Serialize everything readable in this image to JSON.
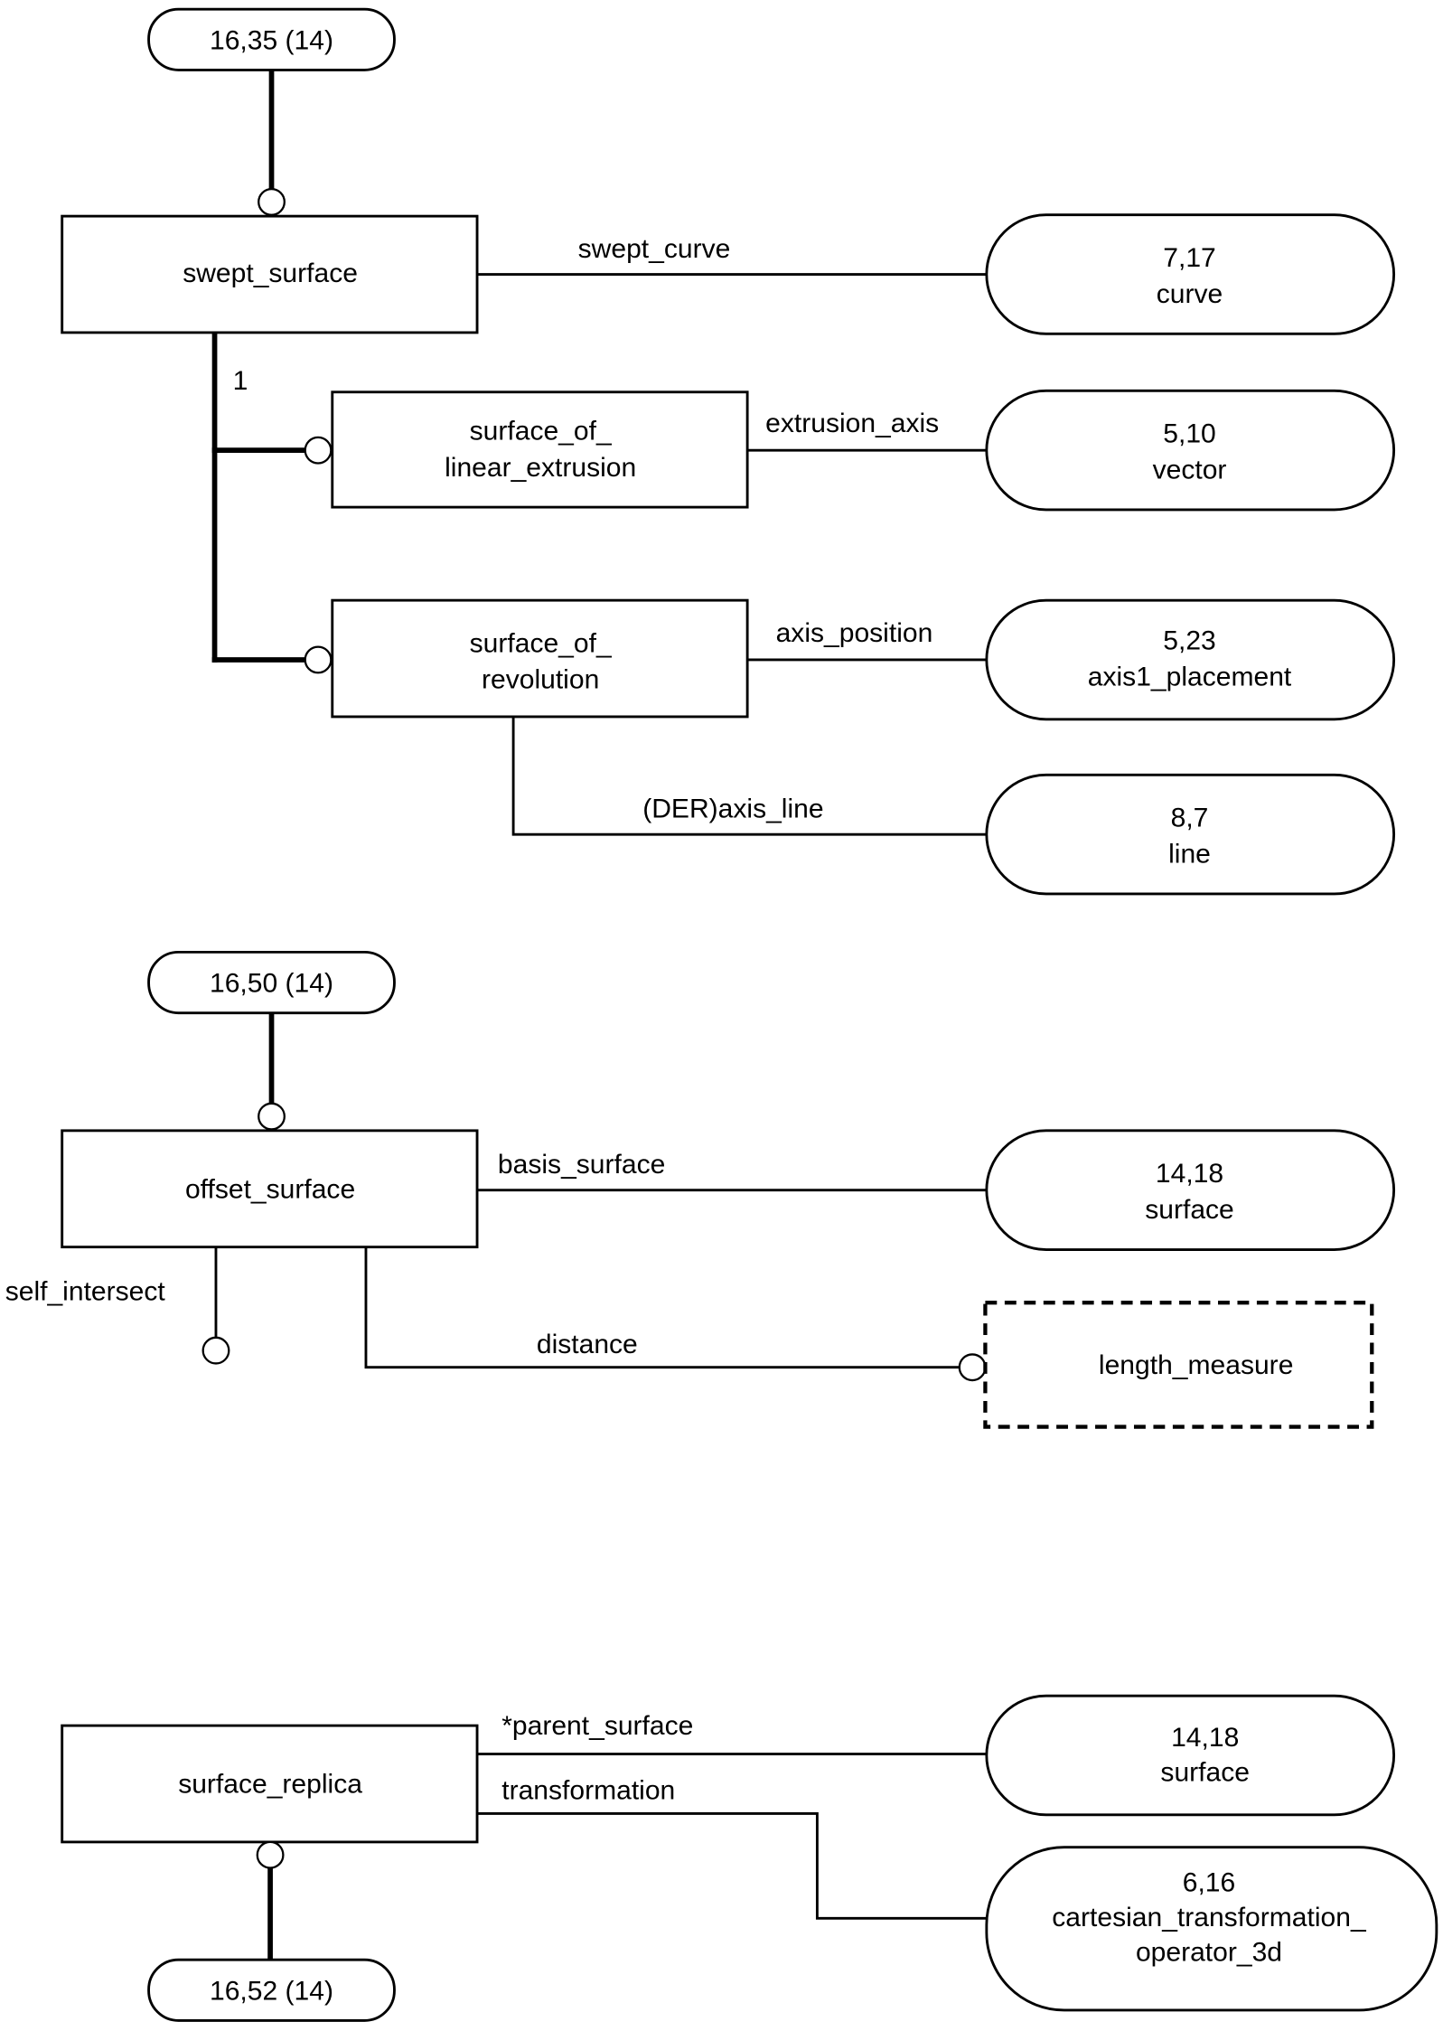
{
  "diagram": {
    "section1": {
      "page_ref_top": "16,35 (14)",
      "entity": "swept_surface",
      "cardinality_label": "1",
      "subtype1": {
        "line1": "surface_of_",
        "line2": "linear_extrusion"
      },
      "subtype2": {
        "line1": "surface_of_",
        "line2": "revolution"
      },
      "relations": [
        {
          "label": "swept_curve",
          "target_ref": "7,17",
          "target_name": "curve"
        },
        {
          "label": "extrusion_axis",
          "target_ref": "5,10",
          "target_name": "vector"
        },
        {
          "label": "axis_position",
          "target_ref": "5,23",
          "target_name": "axis1_placement"
        },
        {
          "label": "(DER)axis_line",
          "target_ref": "8,7",
          "target_name": "line"
        }
      ]
    },
    "section2": {
      "page_ref_top": "16,50 (14)",
      "entity": "offset_surface",
      "relations": [
        {
          "label": "basis_surface",
          "target_ref": "14,18",
          "target_name": "surface"
        },
        {
          "label": "distance",
          "target_name": "length_measure"
        },
        {
          "label": "self_intersect"
        }
      ]
    },
    "section3": {
      "entity": "surface_replica",
      "page_ref_bottom": "16,52 (14)",
      "relations": [
        {
          "label": "*parent_surface",
          "target_ref": "14,18",
          "target_name": "surface"
        },
        {
          "label": "transformation",
          "target_ref": "6,16",
          "target_name_line1": "cartesian_transformation_",
          "target_name_line2": "operator_3d"
        }
      ]
    }
  }
}
